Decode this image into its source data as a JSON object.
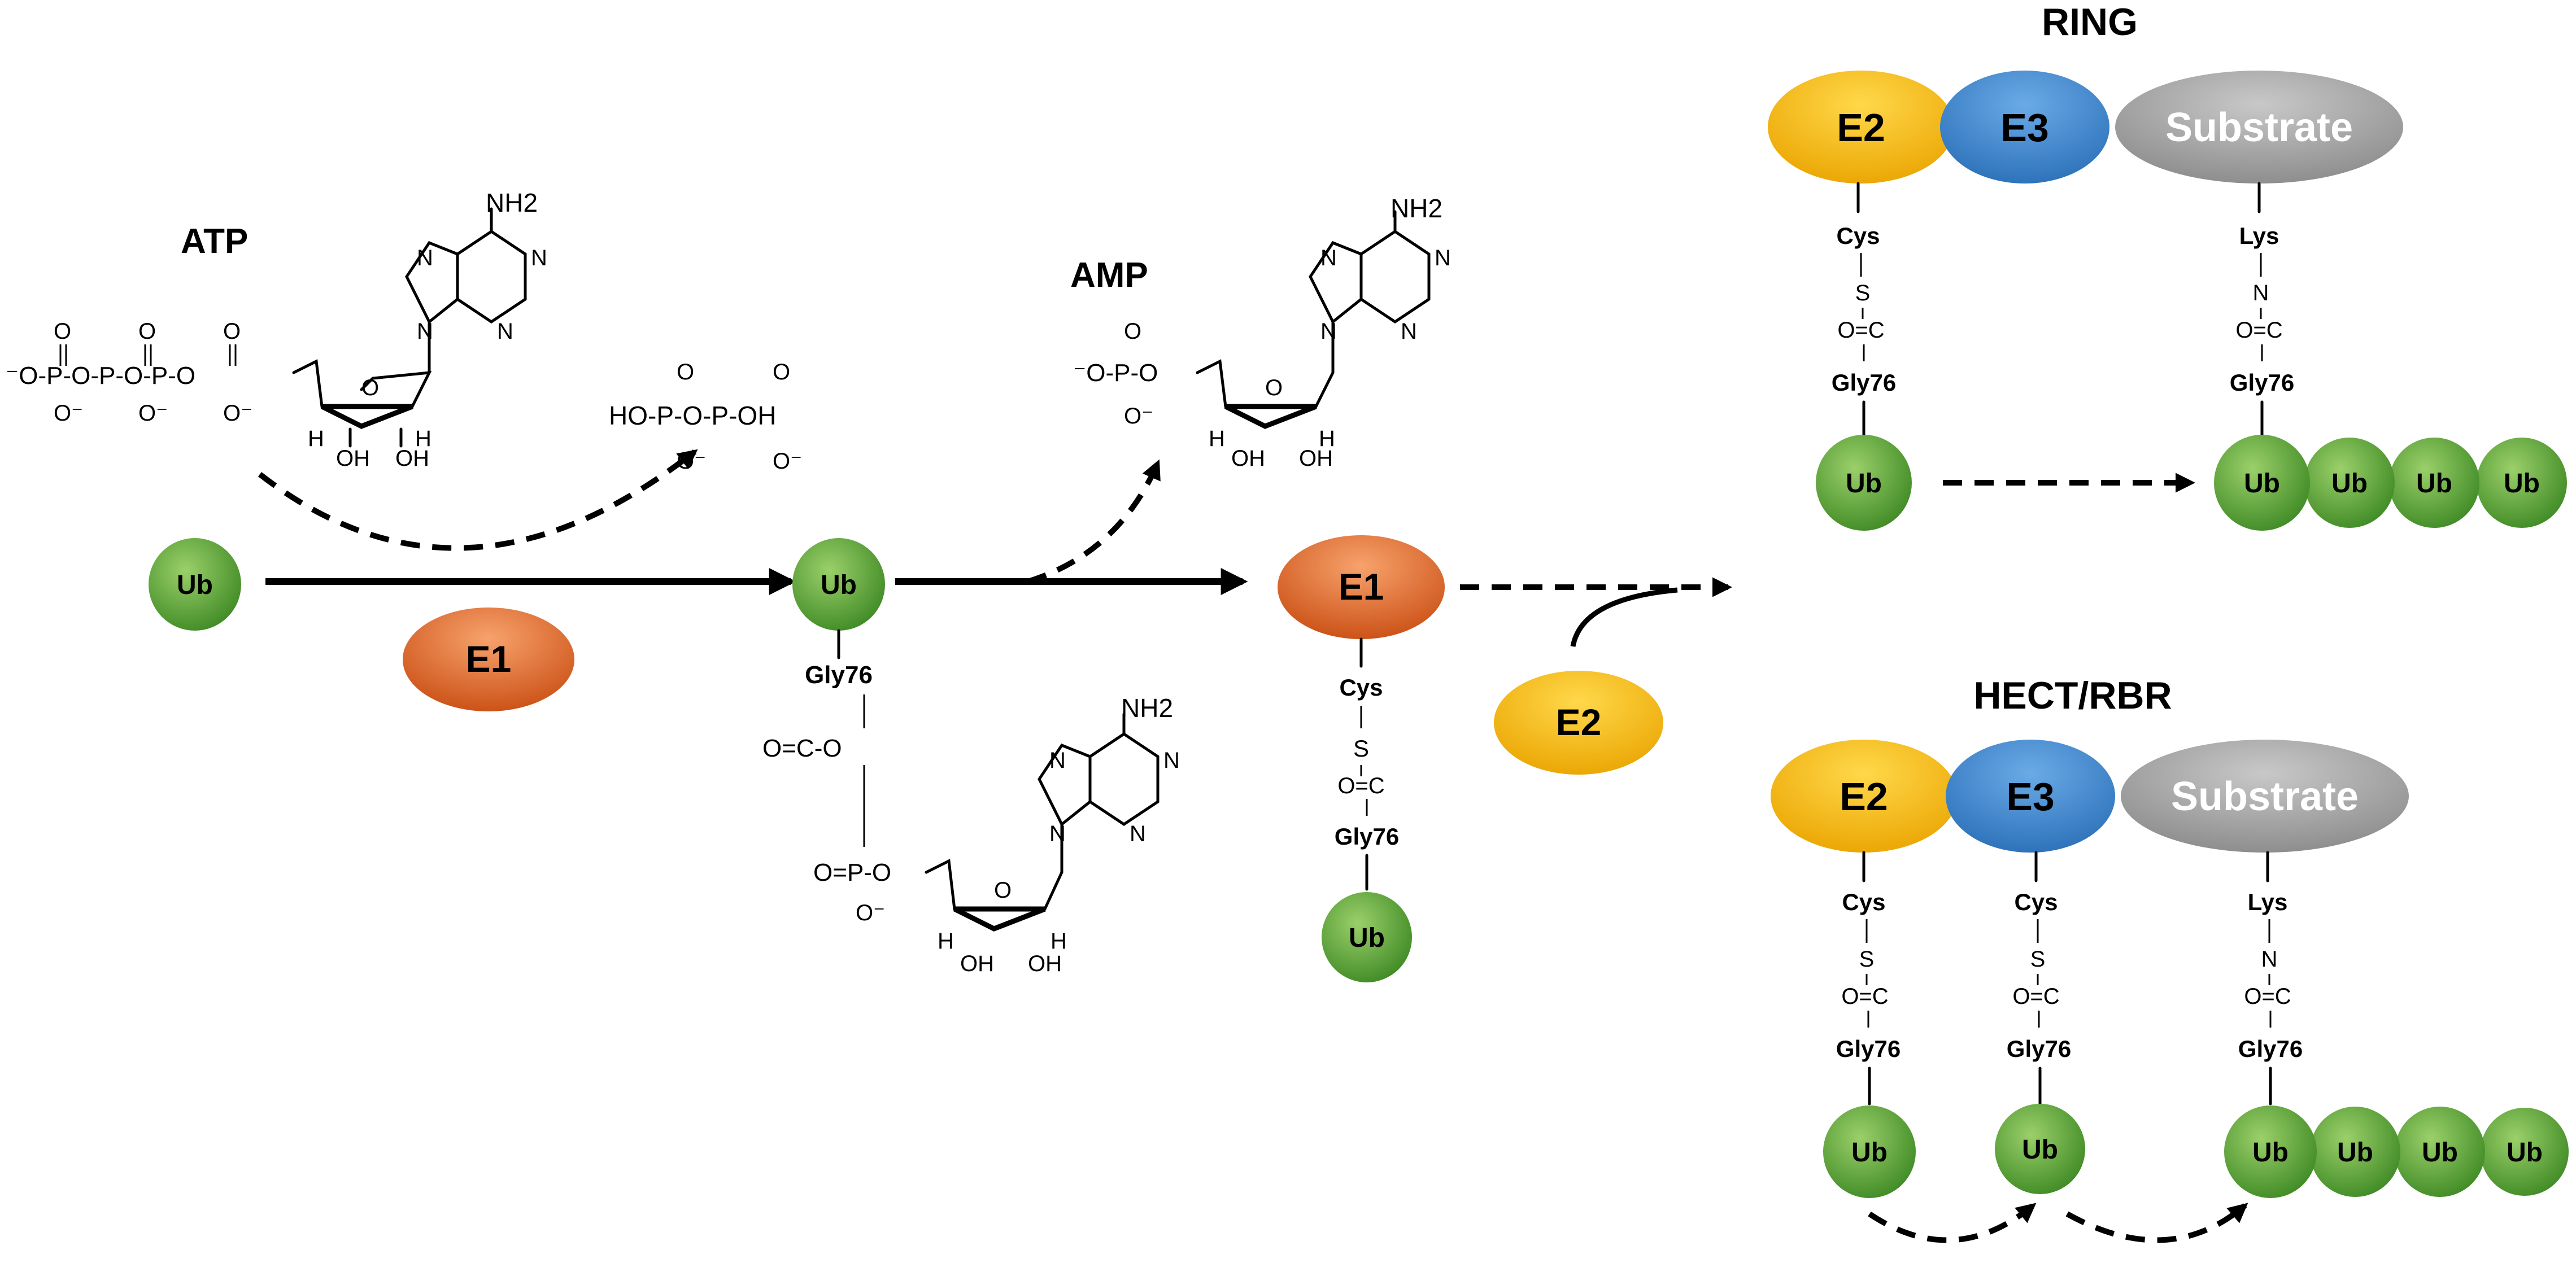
{
  "colors": {
    "ub": "#5aa83a",
    "e1": "#e86a2a",
    "e2": "#f7b800",
    "e3": "#3d86cf",
    "substrate": "#a6a6a6"
  },
  "molecules": {
    "atp_label": "ATP",
    "amp_label": "AMP",
    "nh2": "NH2",
    "ppi": "HO-P-O-P-OH"
  },
  "nodes": {
    "ub": "Ub",
    "e1": "E1",
    "e2": "E2",
    "e3": "E3",
    "substrate": "Substrate"
  },
  "linkage": {
    "cys": "Cys",
    "lys": "Lys",
    "gly": "Gly76",
    "s": "S",
    "n": "N",
    "oc": "O=C"
  },
  "panels": {
    "ring_title": "RING",
    "hect_title": "HECT/RBR"
  }
}
